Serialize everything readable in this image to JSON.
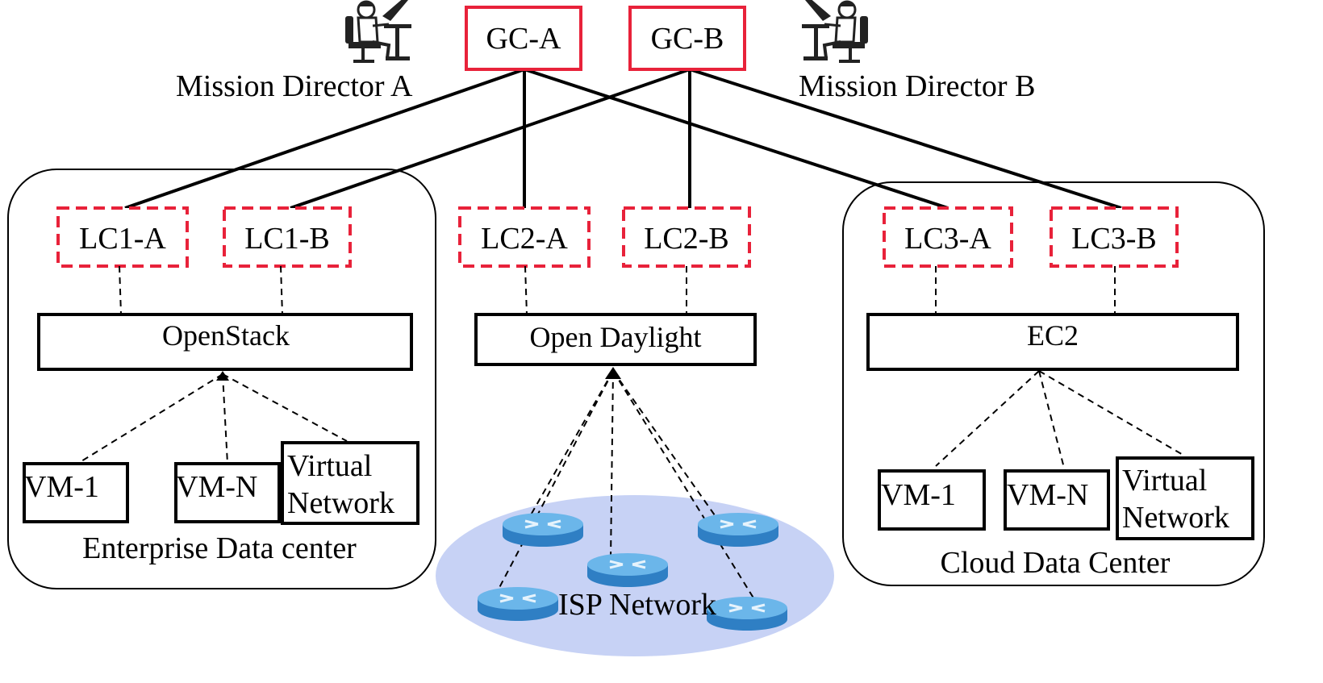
{
  "global_controllers": {
    "gc_a": "GC-A",
    "gc_b": "GC-B"
  },
  "directors": {
    "a": "Mission Director A",
    "b": "Mission Director B"
  },
  "local_controllers": {
    "lc1_a": "LC1-A",
    "lc1_b": "LC1-B",
    "lc2_a": "LC2-A",
    "lc2_b": "LC2-B",
    "lc3_a": "LC3-A",
    "lc3_b": "LC3-B"
  },
  "platforms": {
    "openstack": "OpenStack",
    "opendaylight": "Open Daylight",
    "ec2": "EC2"
  },
  "enterprise": {
    "caption": "Enterprise Data center",
    "vm1": "VM-1",
    "vmn": "VM-N",
    "virtual_line1": "Virtual",
    "virtual_line2": "Network"
  },
  "cloud": {
    "caption": "Cloud Data Center",
    "vm1": "VM-1",
    "vmn": "VM-N",
    "virtual_line1": "Virtual",
    "virtual_line2": "Network"
  },
  "isp": {
    "caption": "ISP Network"
  },
  "colors": {
    "controller_red": "#e8223a",
    "isp_fill": "#c7d2f5",
    "router_blue": "#4a9fe0"
  }
}
